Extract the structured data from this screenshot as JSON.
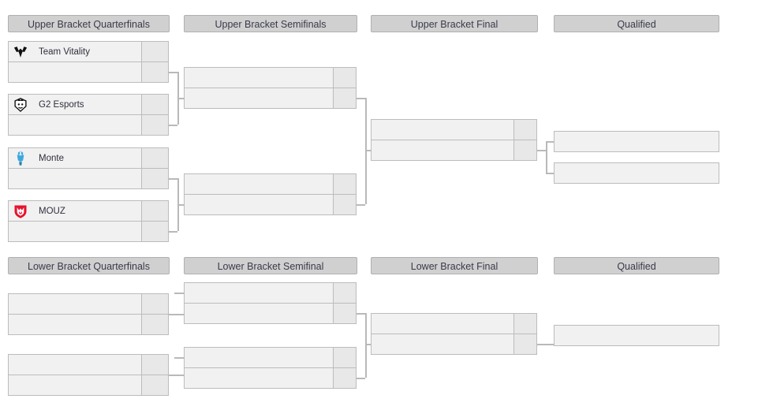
{
  "bracket": {
    "title": "Double Elimination Bracket",
    "upper": {
      "headers": [
        {
          "id": "upper-quarterfinals",
          "label": "Upper Bracket Quarterfinals"
        },
        {
          "id": "upper-semifinals",
          "label": "Upper Bracket Semifinals"
        },
        {
          "id": "upper-final",
          "label": "Upper Bracket Final"
        },
        {
          "id": "upper-qualified",
          "label": "Qualified"
        }
      ],
      "quarterfinals": [
        {
          "id": "ubqf-1",
          "slots": [
            {
              "team": "Team Vitality",
              "logo": "team-vitality-logo",
              "score": ""
            },
            {
              "team": "",
              "logo": "",
              "score": ""
            }
          ]
        },
        {
          "id": "ubqf-2",
          "slots": [
            {
              "team": "G2 Esports",
              "logo": "g2-esports-logo",
              "score": ""
            },
            {
              "team": "",
              "logo": "",
              "score": ""
            }
          ]
        },
        {
          "id": "ubqf-3",
          "slots": [
            {
              "team": "Monte",
              "logo": "monte-logo",
              "score": ""
            },
            {
              "team": "",
              "logo": "",
              "score": ""
            }
          ]
        },
        {
          "id": "ubqf-4",
          "slots": [
            {
              "team": "MOUZ",
              "logo": "mouz-logo",
              "score": ""
            },
            {
              "team": "",
              "logo": "",
              "score": ""
            }
          ]
        }
      ],
      "semifinals": [
        {
          "id": "ubsf-1",
          "slots": [
            {
              "team": "",
              "logo": "",
              "score": ""
            },
            {
              "team": "",
              "logo": "",
              "score": ""
            }
          ]
        },
        {
          "id": "ubsf-2",
          "slots": [
            {
              "team": "",
              "logo": "",
              "score": ""
            },
            {
              "team": "",
              "logo": "",
              "score": ""
            }
          ]
        }
      ],
      "final": [
        {
          "id": "ubf-1",
          "slots": [
            {
              "team": "",
              "logo": "",
              "score": ""
            },
            {
              "team": "",
              "logo": "",
              "score": ""
            }
          ]
        }
      ],
      "qualified": [
        {
          "id": "ub-qual-1",
          "team": ""
        },
        {
          "id": "ub-qual-2",
          "team": ""
        }
      ]
    },
    "lower": {
      "headers": [
        {
          "id": "lower-quarterfinals",
          "label": "Lower Bracket Quarterfinals"
        },
        {
          "id": "lower-semifinal",
          "label": "Lower Bracket Semifinal"
        },
        {
          "id": "lower-final",
          "label": "Lower Bracket Final"
        },
        {
          "id": "lower-qualified",
          "label": "Qualified"
        }
      ],
      "quarterfinals": [
        {
          "id": "lbqf-1",
          "slots": [
            {
              "team": "",
              "logo": "",
              "score": ""
            },
            {
              "team": "",
              "logo": "",
              "score": ""
            }
          ]
        },
        {
          "id": "lbqf-2",
          "slots": [
            {
              "team": "",
              "logo": "",
              "score": ""
            },
            {
              "team": "",
              "logo": "",
              "score": ""
            }
          ]
        }
      ],
      "semifinals": [
        {
          "id": "lbsf-1",
          "slots": [
            {
              "team": "",
              "logo": "",
              "score": ""
            },
            {
              "team": "",
              "logo": "",
              "score": ""
            }
          ]
        },
        {
          "id": "lbsf-2",
          "slots": [
            {
              "team": "",
              "logo": "",
              "score": ""
            },
            {
              "team": "",
              "logo": "",
              "score": ""
            }
          ]
        }
      ],
      "final": [
        {
          "id": "lbf-1",
          "slots": [
            {
              "team": "",
              "logo": "",
              "score": ""
            },
            {
              "team": "",
              "logo": "",
              "score": ""
            }
          ]
        }
      ],
      "qualified": [
        {
          "id": "lb-qual-1",
          "team": ""
        }
      ]
    }
  },
  "colors": {
    "header_bg": "#d0d0d0",
    "header_border": "#b0b0b0",
    "cell_bg": "#f1f1f1",
    "score_bg": "#e8e8e8",
    "cell_border": "#bcbcbc",
    "connector": "#b9b9b9",
    "text": "#2f2f3d",
    "mouz_red": "#e8112d",
    "monte_blue": "#3ca8dd",
    "page_bg": "#ffffff"
  }
}
